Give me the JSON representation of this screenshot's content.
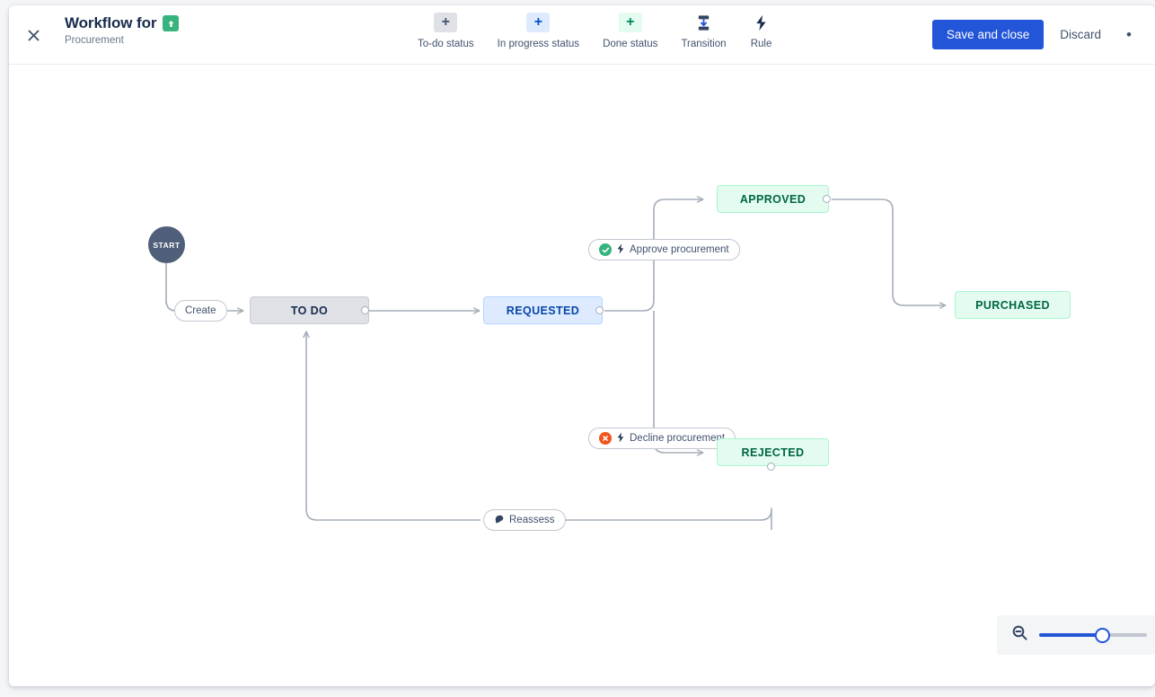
{
  "header": {
    "close_icon": "close-icon",
    "title": "Workflow for",
    "type_icon": "story-up-arrow-icon",
    "subtitle": "Procurement",
    "tools": [
      {
        "label": "To-do status",
        "icon": "plus-icon",
        "style": "todo"
      },
      {
        "label": "In progress status",
        "icon": "plus-icon",
        "style": "prog"
      },
      {
        "label": "Done status",
        "icon": "plus-icon",
        "style": "done"
      },
      {
        "label": "Transition",
        "icon": "transition-icon",
        "style": "plain"
      },
      {
        "label": "Rule",
        "icon": "lightning-icon",
        "style": "plain"
      }
    ],
    "save_label": "Save and close",
    "discard_label": "Discard",
    "more_icon": "more-options-icon"
  },
  "canvas": {
    "start": {
      "label": "START"
    },
    "nodes": [
      {
        "id": "todo",
        "label": "TO DO",
        "category": "todo"
      },
      {
        "id": "requested",
        "label": "REQUESTED",
        "category": "prog"
      },
      {
        "id": "approved",
        "label": "APPROVED",
        "category": "done"
      },
      {
        "id": "rejected",
        "label": "REJECTED",
        "category": "done"
      },
      {
        "id": "purchased",
        "label": "PURCHASED",
        "category": "done"
      }
    ],
    "transitions": [
      {
        "id": "create",
        "label": "Create",
        "badge": "none",
        "rule": false
      },
      {
        "id": "approve",
        "label": "Approve procurement",
        "badge": "ok",
        "rule": true
      },
      {
        "id": "decline",
        "label": "Decline procurement",
        "badge": "fail",
        "rule": true
      },
      {
        "id": "reassess",
        "label": "Reassess",
        "badge": "none",
        "rule": false,
        "icon": "condition-icon"
      }
    ]
  },
  "zoom": {
    "zoom_out_icon": "zoom-out-icon",
    "value": 58
  },
  "colors": {
    "primary": "#2355d8",
    "todo_bg": "#dfe1e6",
    "progress_bg": "#deebff",
    "done_bg": "#e3fcef",
    "edge": "#a5adba",
    "start_node": "#505f79"
  }
}
